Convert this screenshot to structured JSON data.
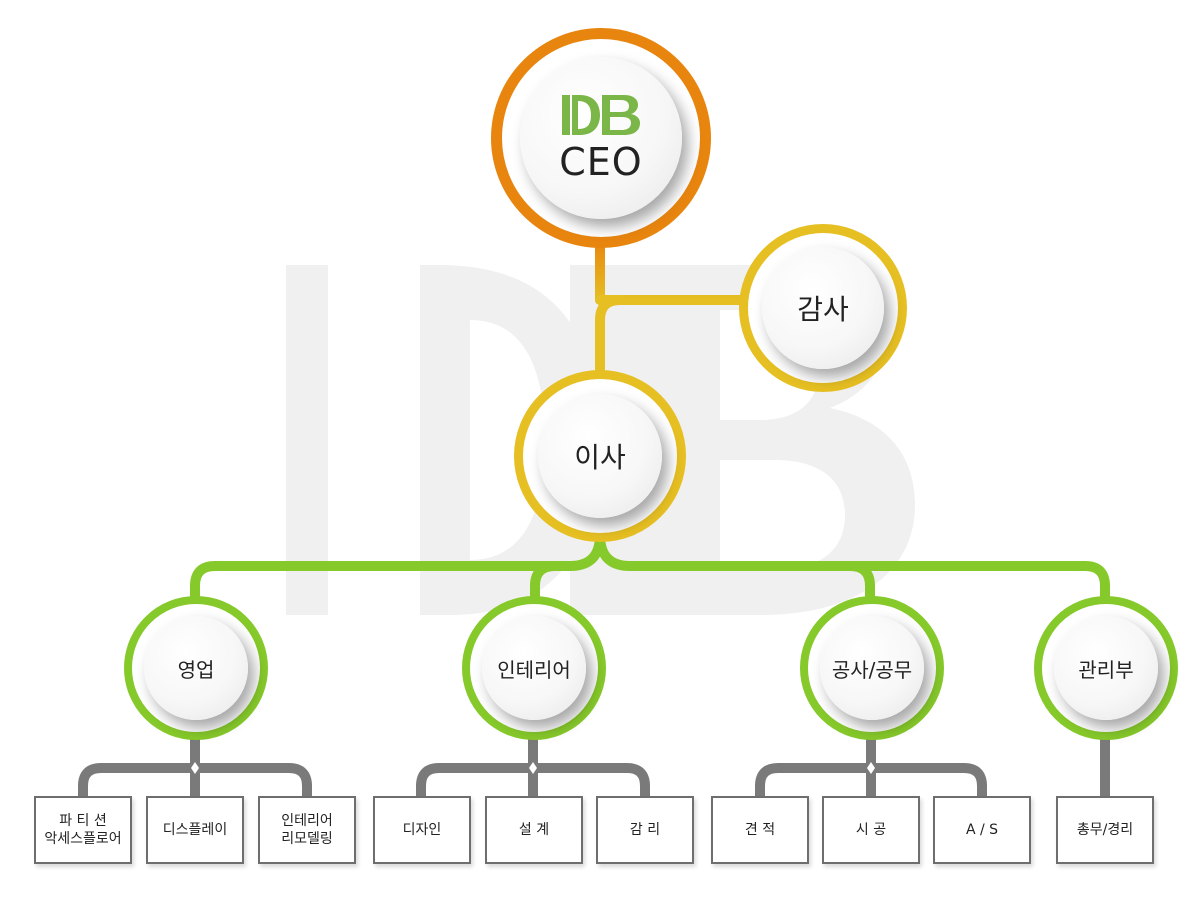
{
  "colors": {
    "ceo_ring": "#e8850f",
    "gold_ring": "#e6bf22",
    "green_ring": "#86c92a",
    "leaf_line": "#7a7a7a",
    "logo_green": "#7ab648",
    "watermark": "#f0f0f0"
  },
  "ceo": {
    "logo_text": "DB",
    "title": "CEO"
  },
  "auditor": {
    "label": "감사"
  },
  "director": {
    "label": "이사"
  },
  "departments": [
    {
      "label": "영업",
      "teams": [
        [
          "파 티 션",
          "악세스플로어"
        ],
        [
          "디스플레이"
        ],
        [
          "인테리어",
          "리모델링"
        ]
      ]
    },
    {
      "label": "인테리어",
      "teams": [
        [
          "디자인"
        ],
        [
          "설 계"
        ],
        [
          "감 리"
        ]
      ]
    },
    {
      "label": "공사/공무",
      "teams": [
        [
          "견 적"
        ],
        [
          "시 공"
        ],
        [
          "A / S"
        ]
      ]
    },
    {
      "label": "관리부",
      "teams": [
        [
          "총무/경리"
        ]
      ]
    }
  ]
}
